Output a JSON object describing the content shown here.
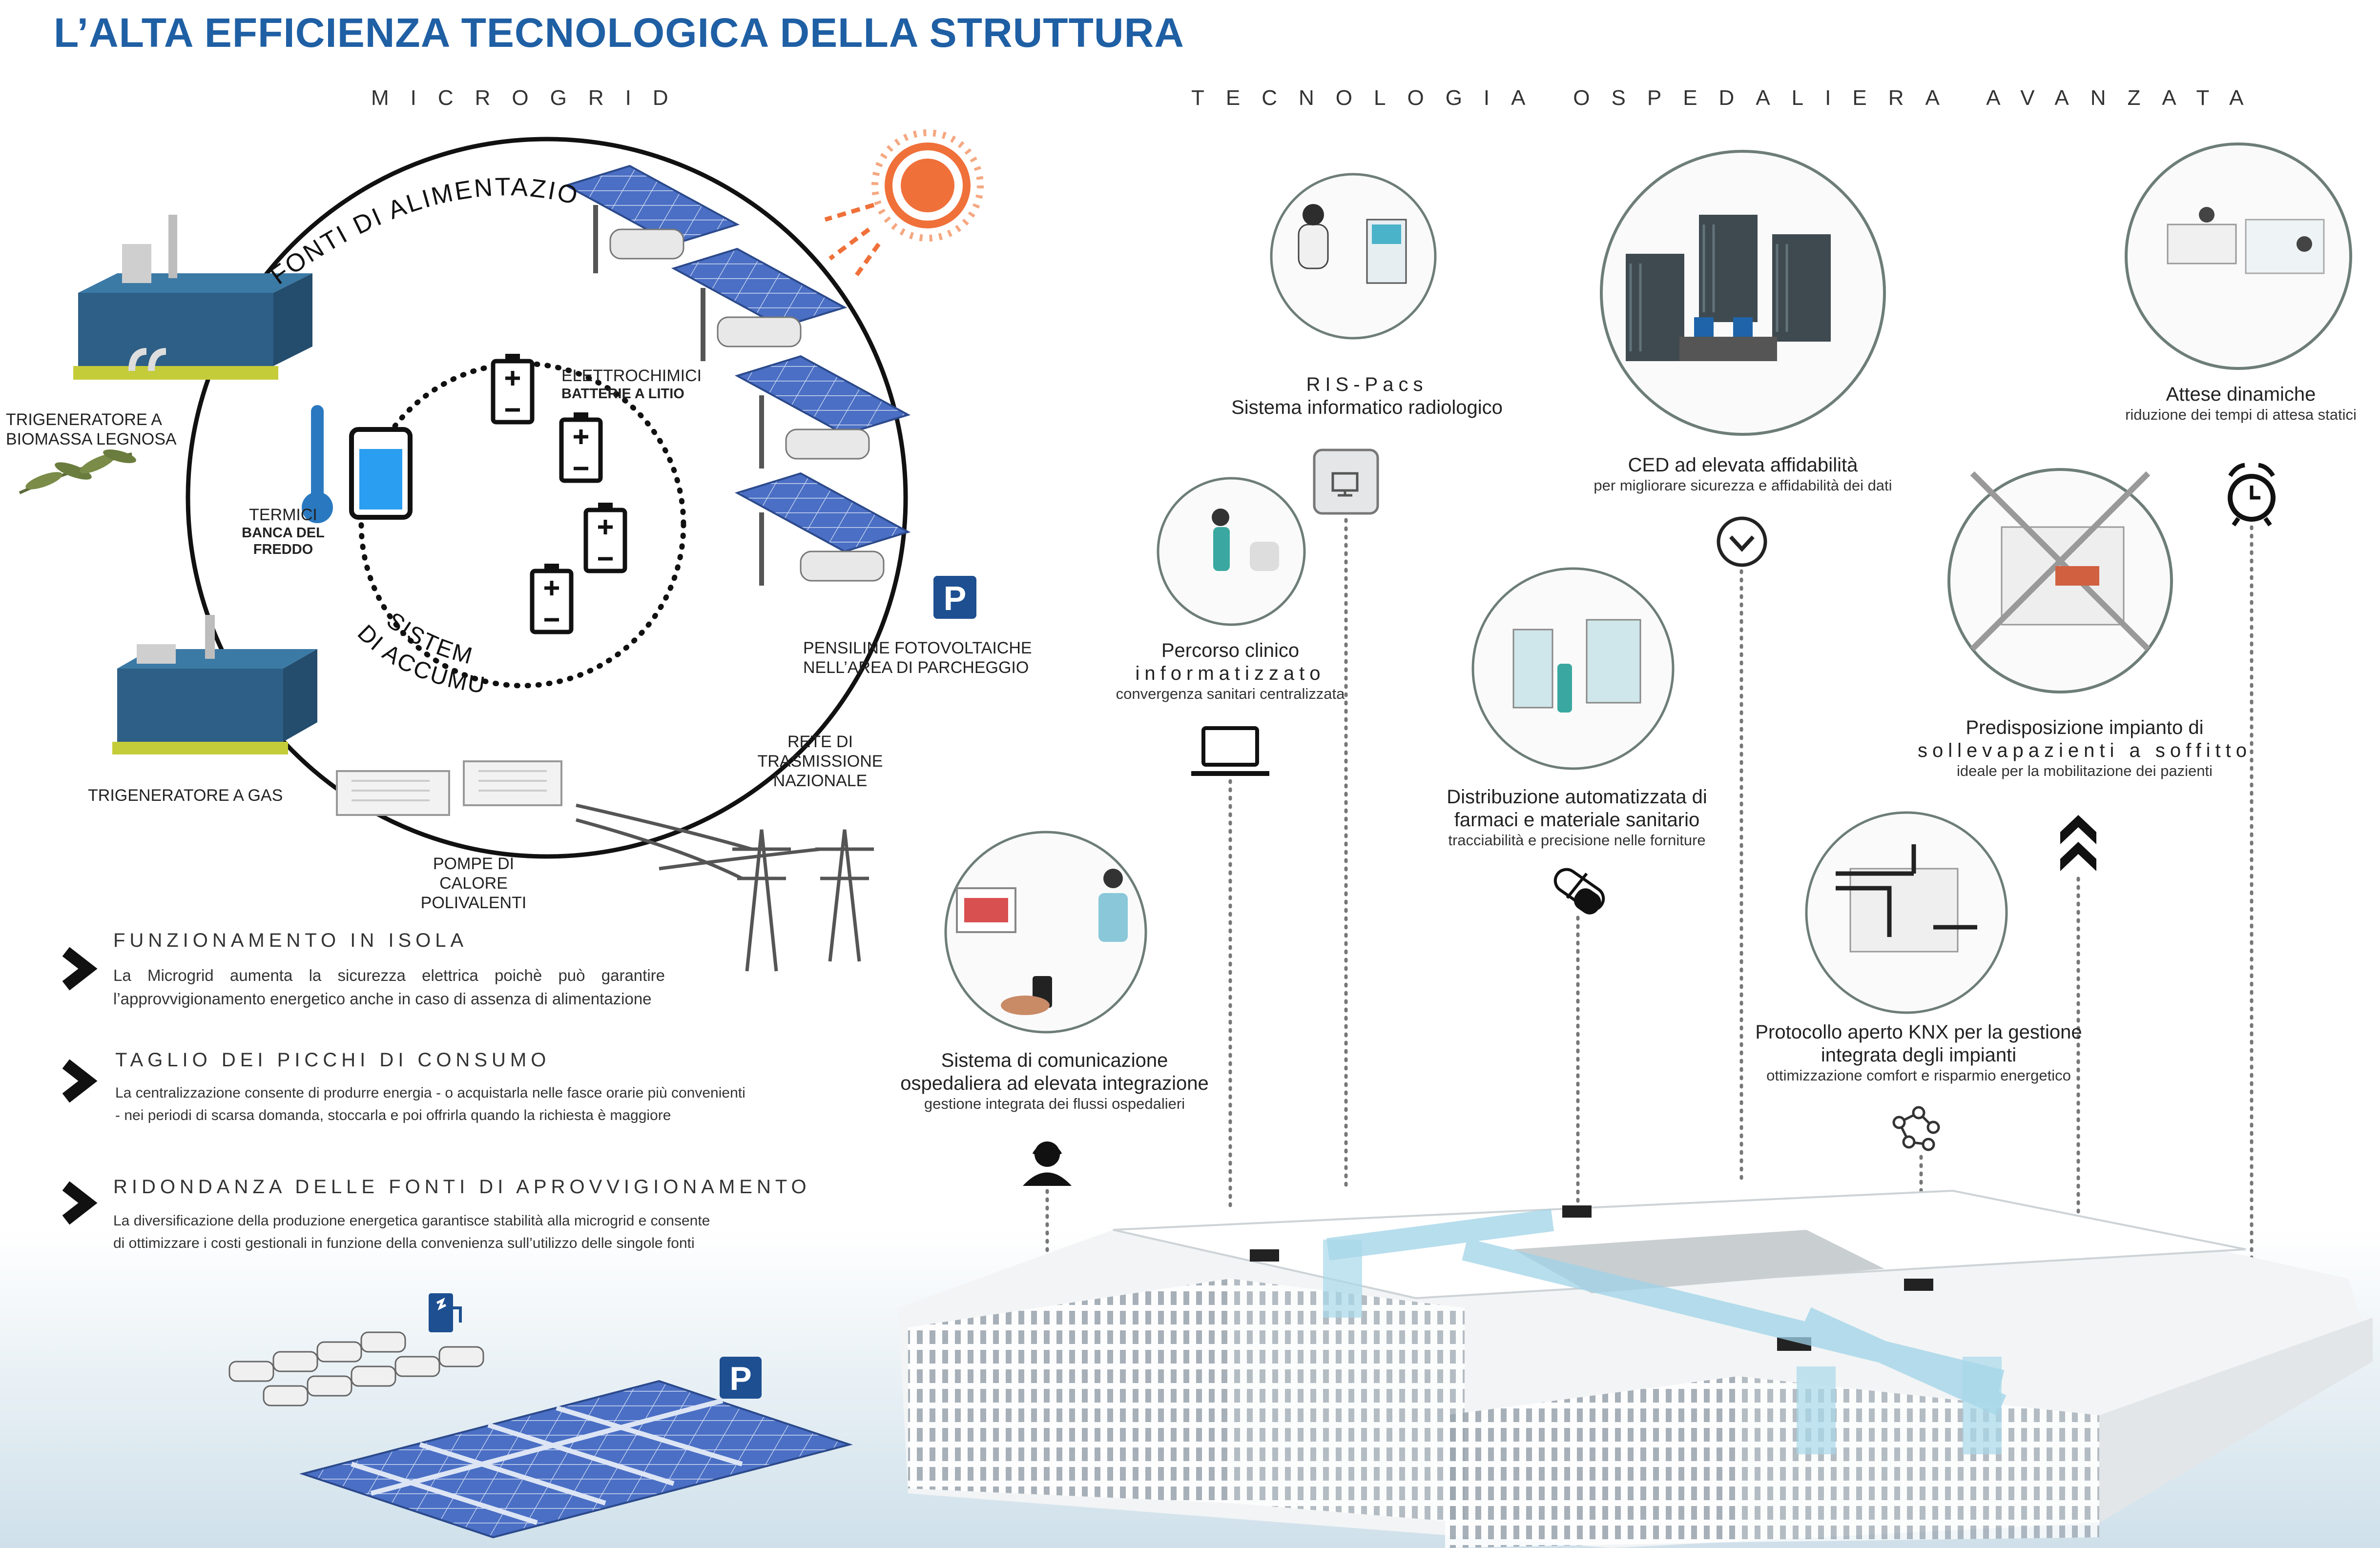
{
  "header": {
    "title": "L’ALTA EFFICIENZA TECNOLOGICA DELLA STRUTTURA"
  },
  "sections": {
    "microgrid": "MICROGRID",
    "tecnologia": "TECNOLOGIA OSPEDALIERA AVANZATA"
  },
  "microgrid": {
    "fonti_arc": "FONTI DI ALIMENTAZIONE",
    "sistemi_arc_1": "SISTEMI",
    "sistemi_arc_2": "DI ACCUMULO",
    "trig_biomassa_1": "TRIGENERATORE A",
    "trig_biomassa_2": "BIOMASSA LEGNOSA",
    "trig_gas": "TRIGENERATORE A GAS",
    "pompe_1": "POMPE DI CALORE",
    "pompe_2": "POLIVALENTI",
    "rete_1": "RETE DI TRASMISSIONE",
    "rete_2": "NAZIONALE",
    "pensiline_1": "PENSILINE FOTOVOLTAICHE",
    "pensiline_2": "NELL’AREA DI PARCHEGGIO",
    "elettro_1": "ELETTROCHIMICI",
    "elettro_2": "BATTERIE A LITIO",
    "termici_1": "TERMICI",
    "termici_2": "BANCA DEL FREDDO",
    "parking_glyph": "P"
  },
  "bullets": [
    {
      "heading": "FUNZIONAMENTO IN ISOLA",
      "line1": "La Microgrid aumenta la sicurezza elettrica poichè può garantire",
      "line2": "l’approvvigionamento energetico anche in caso di assenza di alimentazione"
    },
    {
      "heading": "TAGLIO DEI PICCHI DI CONSUMO",
      "line1": "La centralizzazione consente di produrre energia - o acquistarla nelle fasce orarie più convenienti",
      "line2": "- nei periodi di scarsa domanda, stoccarla e poi offrirla quando la richiesta è maggiore"
    },
    {
      "heading": "RIDONDANZA DELLE FONTI DI APROVVIGIONAMENTO",
      "line1": "La diversificazione della produzione energetica garantisce stabilità alla microgrid e consente",
      "line2": "di ottimizzare i costi gestionali in funzione della convenienza sull’utilizzo delle singole fonti"
    }
  ],
  "tech": {
    "ris_1": "RIS-Pacs",
    "ris_2": "Sistema informatico radiologico",
    "ced_1": "CED ad elevata affidabilità",
    "ced_2": "per migliorare sicurezza e affidabilità dei dati",
    "attese_1": "Attese dinamiche",
    "attese_2": "riduzione dei tempi di attesa statici",
    "percorso_1": "Percorso clinico",
    "percorso_2": "informatizzato",
    "percorso_3": "convergenza sanitari centralizzata",
    "distrib_1": "Distribuzione automatizzata di",
    "distrib_2": "farmaci e materiale sanitario",
    "distrib_3": "tracciabilità e precisione nelle forniture",
    "predisp_1": "Predisposizione impianto di",
    "predisp_2": "sollevapazienti a soffitto",
    "predisp_3": "ideale per la mobilitazione dei pazienti",
    "comun_1": "Sistema di comunicazione",
    "comun_2": "ospedaliera ad elevata integrazione",
    "comun_3": "gestione integrata dei flussi ospedalieri",
    "knx_1": "Protocollo aperto KNX per la gestione",
    "knx_2": "integrata degli impianti",
    "knx_3": "ottimizzazione comfort e risparmio energetico"
  },
  "colors": {
    "title_blue": "#1f5fa4",
    "parking_blue": "#1d4f91",
    "solar_blue": "#4a6fc4",
    "tank_blue": "#2e5f86",
    "sun_orange": "#f0703a",
    "sky": "#dbe9f1"
  }
}
